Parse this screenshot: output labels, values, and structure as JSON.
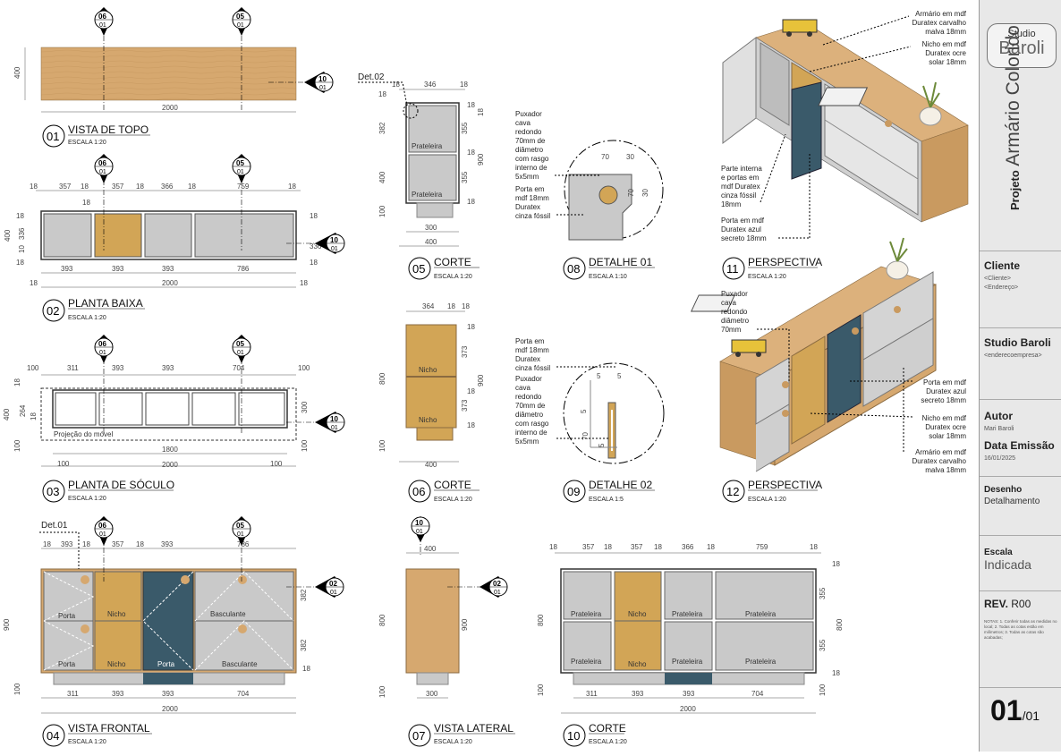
{
  "views": {
    "v01": {
      "num": "01",
      "title": "VISTA DE TOPO",
      "scale": "ESCALA 1:20"
    },
    "v02": {
      "num": "02",
      "title": "PLANTA BAIXA",
      "scale": "ESCALA 1:20"
    },
    "v03": {
      "num": "03",
      "title": "PLANTA DE SÓCULO",
      "scale": "ESCALA 1:20"
    },
    "v04": {
      "num": "04",
      "title": "VISTA FRONTAL",
      "scale": "ESCALA 1:20"
    },
    "v05": {
      "num": "05",
      "title": "CORTE",
      "scale": "ESCALA 1:20"
    },
    "v06": {
      "num": "06",
      "title": "CORTE",
      "scale": "ESCALA 1:20"
    },
    "v07": {
      "num": "07",
      "title": "VISTA LATERAL",
      "scale": "ESCALA 1:20"
    },
    "v08": {
      "num": "08",
      "title": "DETALHE 01",
      "scale": "ESCALA 1:10"
    },
    "v09": {
      "num": "09",
      "title": "DETALHE 02",
      "scale": "ESCALA 1:5"
    },
    "v10": {
      "num": "10",
      "title": "CORTE",
      "scale": "ESCALA 1:20"
    },
    "v11": {
      "num": "11",
      "title": "PERSPECTIVA",
      "scale": "ESCALA 1:20"
    },
    "v12": {
      "num": "12",
      "title": "PERSPECTIVA",
      "scale": "ESCALA 1:20"
    }
  },
  "markers": {
    "m06": "06",
    "m05": "05",
    "m10": "10",
    "m02": "02",
    "ref": "01"
  },
  "dims": {
    "v01": {
      "len": "2000",
      "depth": "400"
    },
    "v02": {
      "top": [
        "18",
        "357",
        "18",
        "357",
        "18",
        "366",
        "18",
        "759",
        "18"
      ],
      "bottom": [
        "393",
        "393",
        "393",
        "786"
      ],
      "total": "2000",
      "left": [
        "18",
        "336",
        "10",
        "18",
        "400"
      ],
      "right": "336",
      "small18": "18"
    },
    "v03": {
      "top": [
        "100",
        "311",
        "393",
        "393",
        "704",
        "100"
      ],
      "inner": "1800",
      "total": "2000",
      "left": [
        "18",
        "264",
        "18",
        "400"
      ],
      "right": "300",
      "bl": "100",
      "br": "100",
      "proj": "Projeção do móvel"
    },
    "v04": {
      "top": [
        "18",
        "393",
        "18",
        "357",
        "18",
        "393",
        "786"
      ],
      "bottom": [
        "311",
        "393",
        "393",
        "704"
      ],
      "total": "2000",
      "left": [
        "900",
        "100"
      ],
      "right": [
        "382",
        "382",
        "18"
      ]
    },
    "v05": {
      "top": [
        "18",
        "346",
        "18"
      ],
      "left": [
        "18",
        "382",
        "400",
        "100"
      ],
      "right": [
        "18",
        "355",
        "18",
        "355",
        "18",
        "900",
        "18"
      ],
      "bot1": "300",
      "bot2": "400"
    },
    "v06": {
      "top": [
        "364",
        "18",
        "18"
      ],
      "left": [
        "800",
        "100"
      ],
      "right": [
        "18",
        "373",
        "18",
        "373",
        "900",
        "18"
      ],
      "bot": "400"
    },
    "v07": {
      "top": "400",
      "left": [
        "800",
        "100"
      ],
      "right": "900",
      "bot": "300"
    },
    "v08": {
      "a": "70",
      "b": "30",
      "c": "70",
      "d": "30"
    },
    "v09": {
      "a": "5",
      "b": "5",
      "c": "5",
      "d": "70",
      "e": "5"
    },
    "v10": {
      "top": [
        "18",
        "357",
        "18",
        "357",
        "18",
        "366",
        "18",
        "759",
        "18"
      ],
      "bottom": [
        "311",
        "393",
        "393",
        "704"
      ],
      "total": "2000",
      "left": [
        "800",
        "100"
      ],
      "right": [
        "18",
        "355",
        "18",
        "800",
        "355",
        "18",
        "100"
      ]
    }
  },
  "labels": {
    "prateleira": "Prateleira",
    "nicho": "Nicho",
    "porta": "Porta",
    "basculante": "Basculante",
    "det01": "Det.01",
    "det02": "Det.02"
  },
  "notes": {
    "d01": [
      "Puxador",
      "cava",
      "redondo",
      "70mm de",
      "diâmetro",
      "com rasgo",
      "interno de",
      "5x5mm"
    ],
    "d01b": [
      "Porta em",
      "mdf 18mm",
      "Duratex",
      "cinza fóssil"
    ],
    "d02": [
      "Porta em",
      "mdf 18mm",
      "Duratex",
      "cinza fóssil"
    ],
    "d02b": [
      "Puxador",
      "cava",
      "redondo",
      "70mm de",
      "diâmetro",
      "com rasgo",
      "interno de",
      "5x5mm"
    ],
    "p11": [
      [
        "Armário em mdf",
        "Duratex carvalho",
        "malva 18mm"
      ],
      [
        "Nicho em mdf",
        "Duratex ocre",
        "solar 18mm"
      ],
      [
        "Parte interna",
        "e portas em",
        "mdf Duratex",
        "cinza fóssil",
        "18mm"
      ],
      [
        "Porta em mdf",
        "Duratex azul",
        "secreto 18mm"
      ]
    ],
    "p12": [
      [
        "Puxador",
        "cava",
        "redondo",
        "diâmetro",
        "70mm"
      ],
      [
        "Porta em mdf",
        "Duratex azul",
        "secreto 18mm"
      ],
      [
        "Nicho em mdf",
        "Duratex ocre",
        "solar 18mm"
      ],
      [
        "Armário em mdf",
        "Duratex carvalho",
        "malva 18mm"
      ]
    ]
  },
  "titleblock": {
    "logo_top": "Studio",
    "logo_bottom": "Baroli",
    "project_key": "Projeto",
    "project_value": "Armário Colorido",
    "client_h": "Cliente",
    "client_1": "<Cliente>",
    "client_2": "<Endereço>",
    "studio_h": "Studio Baroli",
    "studio_s": "<enderecoempresa>",
    "author_h": "Autor",
    "author_v": "Mari Baroli",
    "date_h": "Data Emissão",
    "date_v": "16/01/2025",
    "drawing_h": "Desenho",
    "drawing_v": "Detalhamento",
    "scale_h": "Escala",
    "scale_v": "Indicada",
    "rev_h": "REV.",
    "rev_v": "R00",
    "notes": "NOTAS: 1. Conferir todas as medidas no local; 2. Todas as cotas estão em milímetros; 3. Todas as cotas são acabadas;",
    "page": "01",
    "page_total": "/01"
  },
  "colors": {
    "wood": "#d4a670",
    "wood_light": "#dcb17c",
    "ocre": "#d2a556",
    "grey": "#c9c9c9",
    "blue": "#3a5a6a",
    "frame": "#444444"
  }
}
